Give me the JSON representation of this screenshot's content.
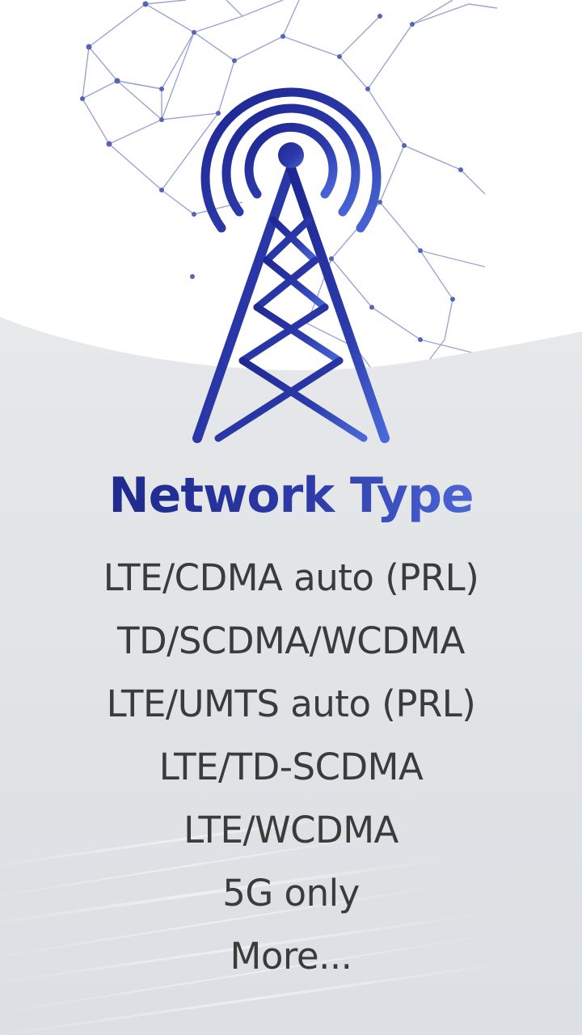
{
  "header": {
    "title": "Network Type"
  },
  "network_types": [
    {
      "label": "LTE/CDMA auto (PRL)"
    },
    {
      "label": "TD/SCDMA/WCDMA"
    },
    {
      "label": "LTE/UMTS auto (PRL)"
    },
    {
      "label": "LTE/TD-SCDMA"
    },
    {
      "label": "LTE/WCDMA"
    },
    {
      "label": "5G only"
    },
    {
      "label": "More..."
    }
  ],
  "icons": {
    "tower": "cell-tower-icon",
    "background": "network-mesh-graphic"
  },
  "colors": {
    "accent_dark": "#1e2a8c",
    "accent_light": "#4b66d6",
    "text": "#3b3b3b",
    "bottom_bg": "#e3e5e8"
  }
}
